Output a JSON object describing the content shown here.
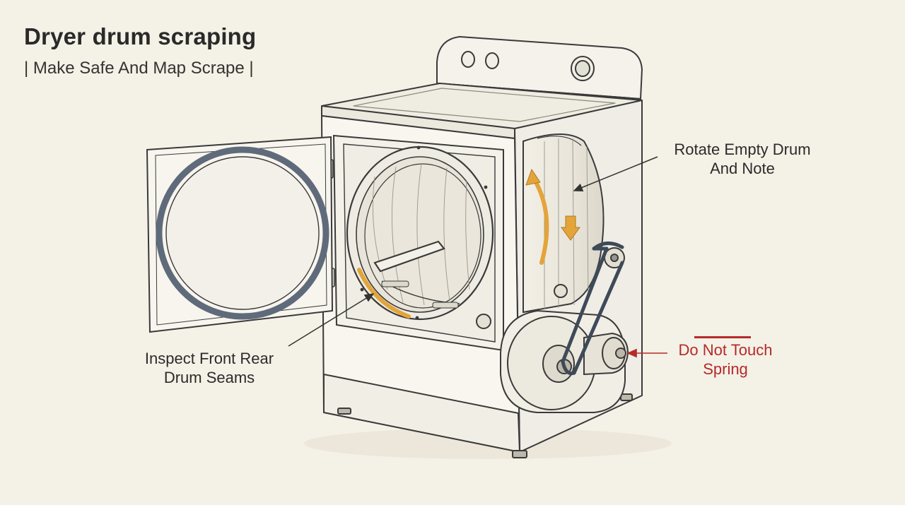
{
  "header": {
    "title": "Dryer drum scraping",
    "subtitle": "| Make Safe And Map Scrape |"
  },
  "callouts": {
    "rotate": {
      "line1": "Rotate Empty Drum",
      "line2": "And Note"
    },
    "inspect": {
      "line1": "Inspect Front Rear",
      "line2": "Drum Seams"
    },
    "warning": {
      "line1": "Do Not Touch",
      "line2": "Spring"
    }
  },
  "colors": {
    "background": "#f4f1e6",
    "line": "#3a3a3a",
    "accent": "#e3a43a",
    "warning": "#b52a2a",
    "gasket": "#5f6b7a",
    "belt": "#3f4a58"
  }
}
